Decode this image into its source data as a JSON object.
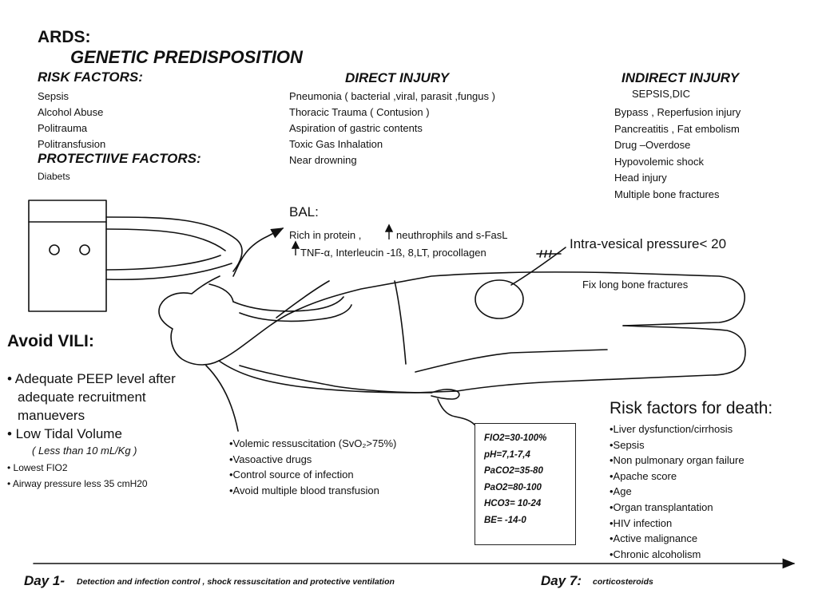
{
  "title": {
    "ards": "ARDS:",
    "genetic": "GENETIC PREDISPOSITION"
  },
  "risk_factors": {
    "heading": "RISK FACTORS:",
    "items": [
      "Sepsis",
      "Alcohol Abuse",
      "Politrauma",
      "Politransfusion"
    ]
  },
  "protective_factors": {
    "heading": "PROTECTIIVE FACTORS:",
    "items": [
      "Diabets"
    ]
  },
  "direct_injury": {
    "heading": "DIRECT INJURY",
    "items": [
      "Pneumonia ( bacterial ,viral, parasit ,fungus )",
      "Thoracic Trauma ( Contusion )",
      "Aspiration of gastric contents",
      "Toxic Gas Inhalation",
      "Near drowning"
    ]
  },
  "indirect_injury": {
    "heading": "INDIRECT INJURY",
    "items": [
      "SEPSIS,DIC",
      "Bypass , Reperfusion injury",
      "Pancreatitis , Fat embolism",
      "Drug –Overdose",
      "Hypovolemic shock",
      "Head injury",
      "Multiple bone fractures"
    ]
  },
  "bal": {
    "heading": "BAL:",
    "line1_a": "Rich in protein ,",
    "line1_b": "neuthrophils and s-FasL",
    "line2": "TNF-α, Interleucin -1ß, 8,LT, procollagen"
  },
  "intra_vesical": "Intra-vesical pressure< 20",
  "fix_fractures": "Fix long bone fractures",
  "avoid_vili": {
    "heading": "Avoid  VILI:",
    "peep_1": "• Adequate PEEP level after",
    "peep_2": "adequate recruitment",
    "peep_3": "manuevers",
    "tidal": "• Low Tidal Volume",
    "tidal_note": "( Less than 10 mL/Kg )",
    "fio2": "• Lowest FIO2",
    "airway": "• Airway pressure less 35 cmH20"
  },
  "resuscitation": {
    "items": [
      "•Volemic ressuscitation  (SvO₂>75%)",
      "•Vasoactive drugs",
      "•Control source of infection",
      "•Avoid multiple blood transfusion"
    ]
  },
  "targets": [
    "FIO2=30-100%",
    "pH=7,1-7,4",
    "PaCO2=35-80",
    "PaO2=80-100",
    "HCO3= 10-24",
    "BE= -14-0"
  ],
  "death_risk": {
    "heading": "Risk factors for death:",
    "items": [
      "•Liver dysfunction/cirrhosis",
      "•Sepsis",
      "•Non pulmonary organ failure",
      "•Apache score",
      "•Age",
      "•Organ transplantation",
      "•HIV infection",
      "•Active malignance",
      "•Chronic alcoholism"
    ]
  },
  "timeline": {
    "day1": "Day 1-",
    "day1_text": "Detection and  infection control , shock ressuscitation and protective ventilation",
    "day7": "Day 7:",
    "day7_text": "corticosteroids"
  }
}
